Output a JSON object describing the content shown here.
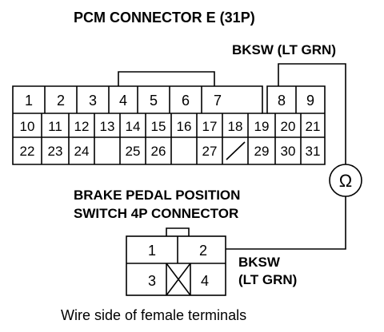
{
  "pcm_connector": {
    "title": "PCM CONNECTOR E (31P)",
    "wire_label": "BKSW (LT GRN)",
    "row1": [
      "1",
      "2",
      "3",
      "4",
      "5",
      "6",
      "7",
      "8",
      "9"
    ],
    "row2": [
      "10",
      "11",
      "12",
      "13",
      "14",
      "15",
      "16",
      "17",
      "18",
      "19",
      "20",
      "21"
    ],
    "row3": [
      "22",
      "23",
      "24",
      "25",
      "26",
      "27",
      "29",
      "30",
      "31"
    ]
  },
  "switch_connector": {
    "title_line1": "BRAKE PEDAL POSITION",
    "title_line2": "SWITCH 4P CONNECTOR",
    "wire_label_line1": "BKSW",
    "wire_label_line2": "(LT GRN)",
    "pins": [
      "1",
      "2",
      "3",
      "4"
    ]
  },
  "ohmmeter_symbol": "Ω",
  "caption": "Wire side of female terminals",
  "colors": {
    "ink": "#000000",
    "background": "#ffffff"
  }
}
